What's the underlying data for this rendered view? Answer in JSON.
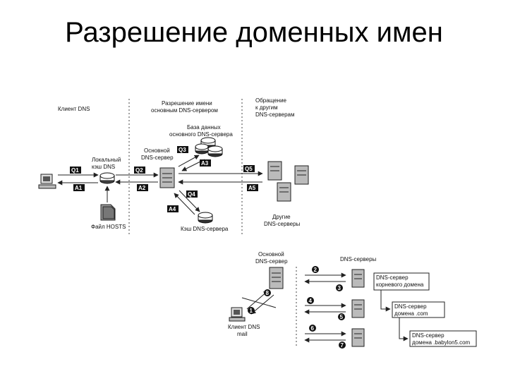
{
  "slide": {
    "title": "Разрешение доменных имен"
  },
  "top": {
    "zones": {
      "client": "Клиент DNS",
      "resolve": [
        "Разрешение имени",
        "основным DNS-сервером"
      ],
      "others": [
        "Обращение",
        "к другим",
        "DNS-серверам"
      ]
    },
    "labels": {
      "local_cache": [
        "Локальный",
        "кэш DNS"
      ],
      "hosts_file": "Файл HOSTS",
      "main_server": [
        "Основной",
        "DNS-сервер"
      ],
      "db": [
        "База данных",
        "основного DNS-сервера"
      ],
      "server_cache": "Кэш DNS-сервера",
      "other_servers": [
        "Другие",
        "DNS-серверы"
      ]
    },
    "tags": {
      "q1": "Q1",
      "a1": "A1",
      "q2": "Q2",
      "a2": "A2",
      "q3": "Q3",
      "a3": "A3",
      "q4": "Q4",
      "a4": "A4",
      "q5": "Q5",
      "a5": "A5"
    }
  },
  "bottom": {
    "labels": {
      "main_server": [
        "Основной",
        "DNS-сервер"
      ],
      "dns_servers": "DNS-серверы",
      "client": [
        "Клиент DNS",
        "mail"
      ]
    },
    "boxes": [
      [
        "DNS-сервер",
        "корневого домена"
      ],
      [
        "DNS-сервер",
        "домена .com"
      ],
      [
        "DNS-сервер",
        "домена .babylon5.com"
      ]
    ],
    "steps": [
      "1",
      "2",
      "3",
      "4",
      "5",
      "6",
      "7",
      "8"
    ]
  }
}
